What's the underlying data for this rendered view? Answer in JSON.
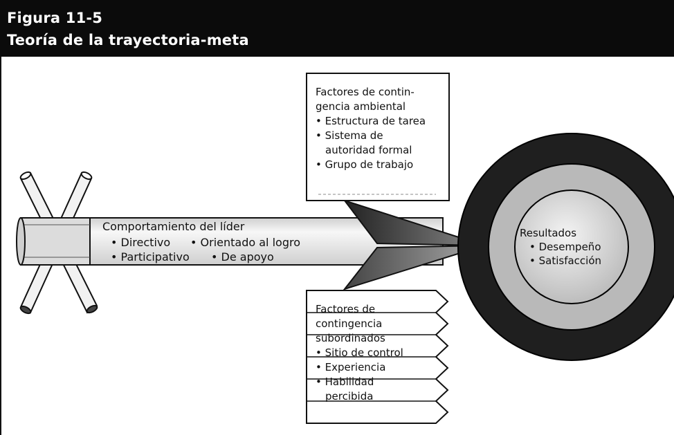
{
  "header": {
    "figure_label": "Figura 11-5",
    "title": "Teoría de la trayectoria-meta"
  },
  "environmental_box": {
    "heading_lines": [
      "Factores de contin-",
      "gencia ambiental"
    ],
    "items": [
      {
        "lines": [
          "Estructura de tarea"
        ]
      },
      {
        "lines": [
          "Sistema de",
          "autoridad formal"
        ]
      },
      {
        "lines": [
          "Grupo de trabajo"
        ]
      }
    ]
  },
  "leader": {
    "heading": "Comportamiento del líder",
    "items": [
      "Directivo",
      "Orientado al logro",
      "Participativo",
      "De apoyo"
    ]
  },
  "subordinate_box": {
    "heading_lines": [
      "Factores de",
      "contingencia",
      "subordinados"
    ],
    "items": [
      {
        "lines": [
          "Sitio de control"
        ]
      },
      {
        "lines": [
          "Experiencia"
        ]
      },
      {
        "lines": [
          "Habilidad",
          "percibida"
        ]
      }
    ]
  },
  "results": {
    "heading": "Resultados",
    "items": [
      "Desempeño",
      "Satisfacción"
    ]
  },
  "colors": {
    "header_bg": "#0b0b0b",
    "outer_ring": "#1f1f1f",
    "middle_ring": "#b9b9b9",
    "core": "#d8d8d8",
    "shaft_fill": "#ececec"
  }
}
